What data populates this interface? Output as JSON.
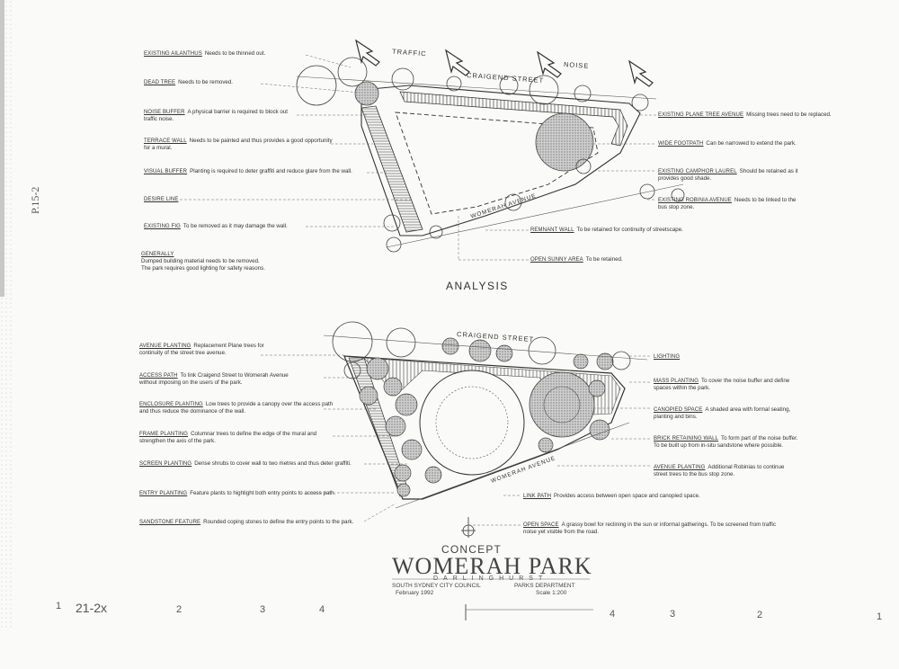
{
  "analysis": {
    "title": "ANALYSIS",
    "streets": {
      "traffic": "TRAFFIC",
      "noise": "NOISE",
      "craigend": "CRAIGEND STREET",
      "womerah": "WOMERAH AVENUE"
    },
    "left_labels": [
      {
        "heading": "EXISTING AILANTHUS",
        "desc": "Needs to be thinned out."
      },
      {
        "heading": "DEAD TREE",
        "desc": "Needs to be removed."
      },
      {
        "heading": "NOISE BUFFER",
        "desc": "A physical barrier is required to block out",
        "desc2": "traffic noise."
      },
      {
        "heading": "TERRACE WALL",
        "desc": "Needs to be painted and thus provides a good opportunity",
        "desc2": "for a mural."
      },
      {
        "heading": "VISUAL BUFFER",
        "desc": "Planting is required to deter graffiti and reduce glare from the wall."
      },
      {
        "heading": "DESIRE LINE",
        "desc": ""
      },
      {
        "heading": "EXISTING FIG",
        "desc": "To be removed as it may damage the wall."
      }
    ],
    "generally": {
      "heading": "GENERALLY",
      "line1": "Dumped building material needs to be removed.",
      "line2": "The park requires good lighting for safety reasons."
    },
    "right_labels": [
      {
        "heading": "EXISTING PLANE TREE AVENUE",
        "desc": "Missing trees need to be replaced."
      },
      {
        "heading": "WIDE FOOTPATH",
        "desc": "Can be narrowed to extend the park."
      },
      {
        "heading": "EXISTING CAMPHOR LAUREL",
        "desc": "Should be retained as it",
        "desc2": "provides good shade."
      },
      {
        "heading": "EXISTING ROBINIA AVENUE",
        "desc": "Needs to be linked to the",
        "desc2": "bus stop zone."
      },
      {
        "heading": "REMNANT WALL",
        "desc": "To be retained for continuity of streetscape."
      },
      {
        "heading": "OPEN SUNNY AREA",
        "desc": "To be retained."
      }
    ]
  },
  "concept": {
    "streets": {
      "craigend": "CRAIGEND STREET",
      "womerah": "WOMERAH AVENUE"
    },
    "left_labels": [
      {
        "heading": "AVENUE PLANTING",
        "desc": "Replacement Plane trees for",
        "desc2": "continuity of the street tree avenue."
      },
      {
        "heading": "ACCESS PATH",
        "desc": "To link Craigend Street to Womerah Avenue",
        "desc2": "without imposing on the users of the park."
      },
      {
        "heading": "ENCLOSURE PLANTING",
        "desc": "Low trees to provide a canopy over the access path",
        "desc2": "and thus reduce the dominance of the wall."
      },
      {
        "heading": "FRAME PLANTING",
        "desc": "Columnar trees to define the edge of the mural and",
        "desc2": "strengthen the axis of the park."
      },
      {
        "heading": "SCREEN PLANTING",
        "desc": "Dense shrubs to cover wall to two metres and thus deter graffiti."
      },
      {
        "heading": "ENTRY PLANTING",
        "desc": "Feature plants to highlight both entry points to access path."
      },
      {
        "heading": "SANDSTONE FEATURE",
        "desc": "Rounded coping stones to define the entry points to the park."
      }
    ],
    "right_labels": [
      {
        "heading": "LIGHTING",
        "desc": ""
      },
      {
        "heading": "MASS PLANTING",
        "desc": "To cover the noise buffer and define",
        "desc2": "spaces within the park."
      },
      {
        "heading": "CANOPIED SPACE",
        "desc": "A shaded area with formal seating,",
        "desc2": "planting and bins."
      },
      {
        "heading": "BRICK RETAINING WALL",
        "desc": "To form part of the noise buffer.",
        "desc2": "To be built up from in-situ sandstone where possible."
      },
      {
        "heading": "AVENUE PLANTING",
        "desc": "Additional Robinias to continue",
        "desc2": "street trees to the bus stop zone."
      },
      {
        "heading": "LINK PATH",
        "desc": "Provides access between open space and canopied space."
      },
      {
        "heading": "OPEN SPACE",
        "desc": "A grassy bowl for reclining in the sun or informal gatherings. To be screened from traffic",
        "desc2": "noise yet visible from the road."
      }
    ]
  },
  "title_block": {
    "concept": "CONCEPT",
    "park": "WOMERAH PARK",
    "suburb": "DARLINGHURST",
    "council": "SOUTH SYDNEY CITY COUNCIL",
    "department": "PARKS DEPARTMENT",
    "date": "February 1992",
    "scale": "Scale 1:200"
  },
  "margin_note": "P.15-2",
  "ruler": {
    "left_label": "21-2x",
    "numbers": [
      "1",
      "2",
      "3",
      "4",
      "4",
      "3",
      "2",
      "1"
    ]
  }
}
